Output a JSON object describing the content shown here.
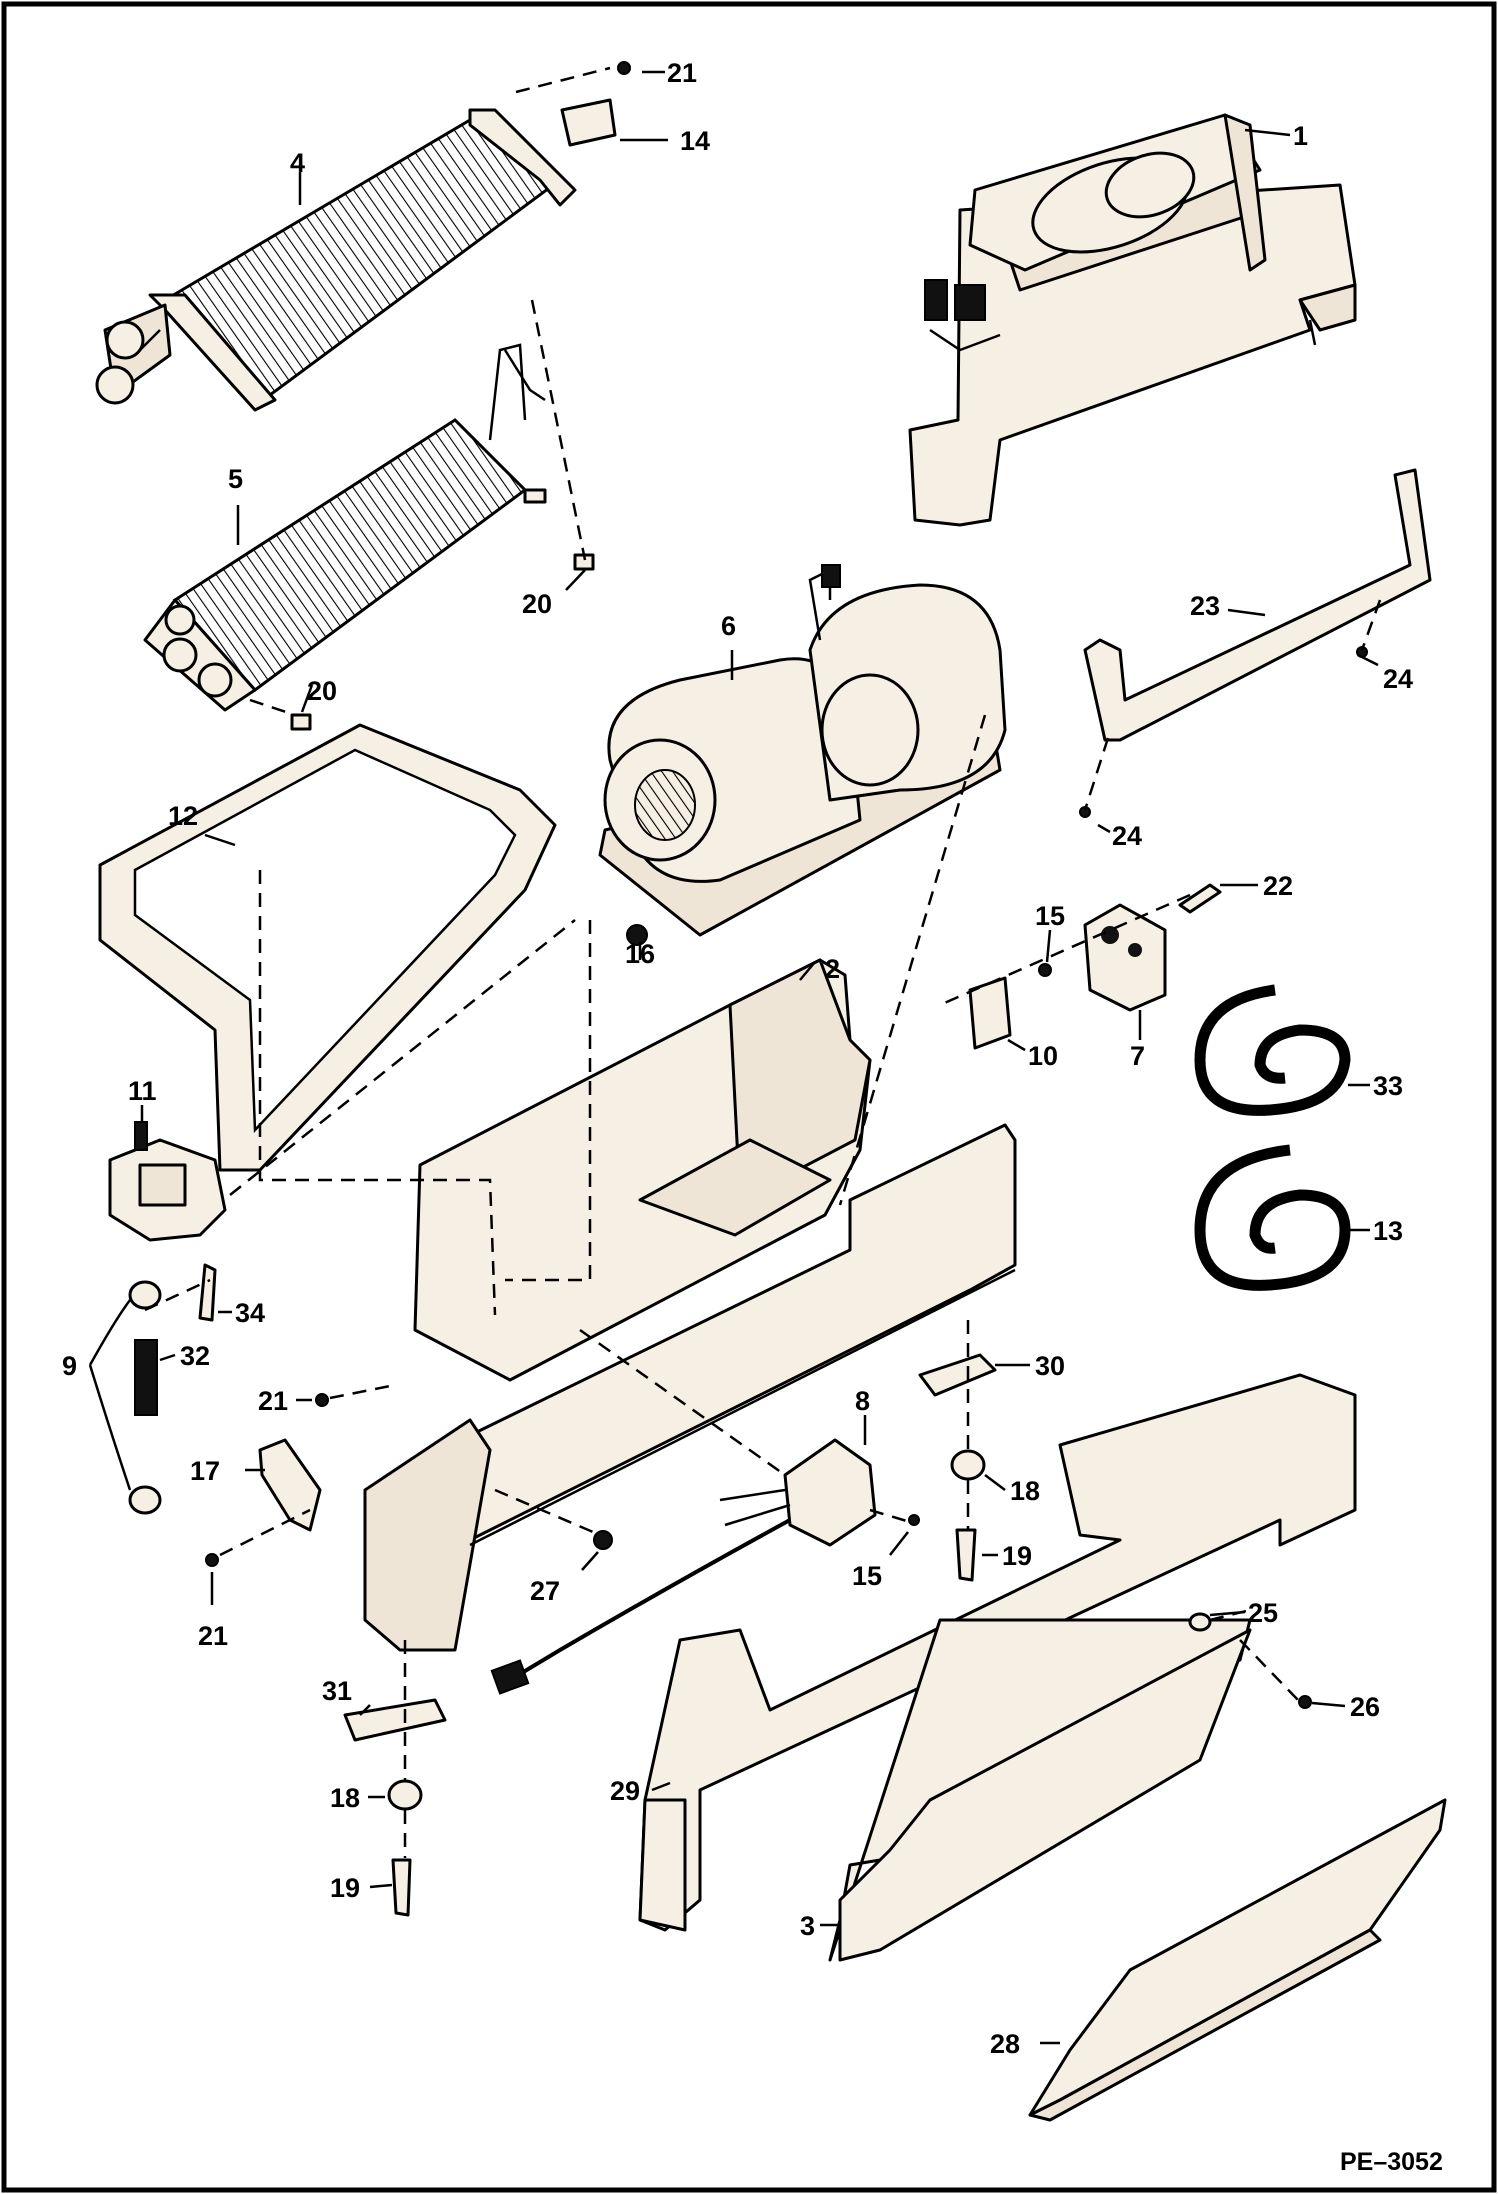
{
  "figure_code": "PE–3052",
  "callouts": {
    "c1": "1",
    "c2": "2",
    "c3": "3",
    "c4": "4",
    "c5": "5",
    "c6": "6",
    "c7": "7",
    "c8": "8",
    "c9": "9",
    "c10": "10",
    "c11": "11",
    "c12": "12",
    "c13": "13",
    "c14": "14",
    "c15a": "15",
    "c15b": "15",
    "c16": "16",
    "c17": "17",
    "c18a": "18",
    "c18b": "18",
    "c19a": "19",
    "c19b": "19",
    "c20a": "20",
    "c20b": "20",
    "c21a": "21",
    "c21b": "21",
    "c21c": "21",
    "c22": "22",
    "c23": "23",
    "c24a": "24",
    "c24b": "24",
    "c25": "25",
    "c26": "26",
    "c27": "27",
    "c28": "28",
    "c29": "29",
    "c30": "30",
    "c31": "31",
    "c32": "32",
    "c33": "33",
    "c34": "34"
  }
}
